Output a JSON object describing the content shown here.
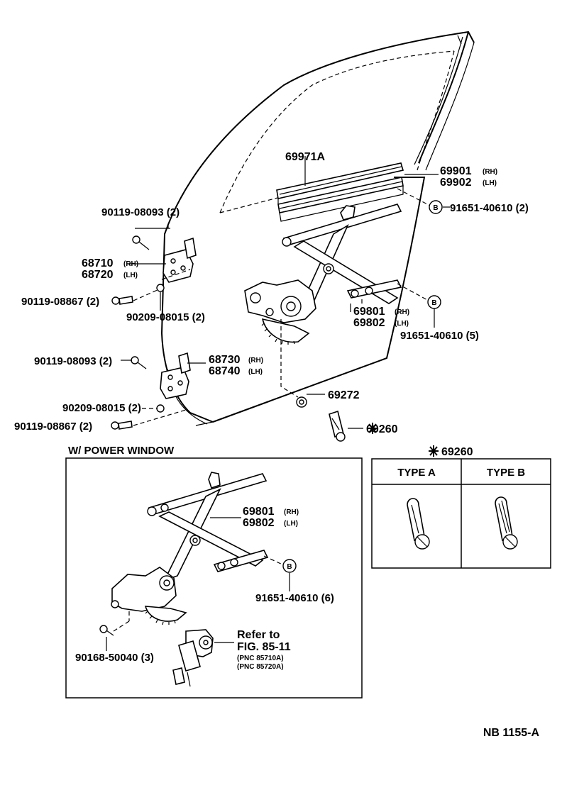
{
  "labels": {
    "p69971A": "69971A",
    "p69901": "69901",
    "p69902": "69902",
    "p91651_2": "91651-40610 (2)",
    "p90119_08093_upper": "90119-08093 (2)",
    "p68710": "68710",
    "p68720": "68720",
    "p90119_08867_upper": "90119-08867 (2)",
    "p90209_08015_upper": "90209-08015 (2)",
    "p69801": "69801",
    "p69802": "69802",
    "p91651_5": "91651-40610 (5)",
    "p90119_08093_lower": "90119-08093 (2)",
    "p68730": "68730",
    "p68740": "68740",
    "p69272": "69272",
    "p90209_08015_lower": "90209-08015 (2)",
    "p90119_08867_lower": "90119-08867 (2)",
    "p69260": "69260",
    "rh": "(RH)",
    "lh": "(LH)",
    "b": "B"
  },
  "power_window": {
    "heading": "W/ POWER WINDOW",
    "p69801": "69801",
    "p69802": "69802",
    "p91651_6": "91651-40610 (6)",
    "p90168": "90168-50040 (3)",
    "refer_1": "Refer to",
    "refer_2": "FIG. 85-11",
    "pnc_1": "(PNC 85710A)",
    "pnc_2": "(PNC 85720A)"
  },
  "types_table": {
    "title": "69260",
    "type_a": "TYPE  A",
    "type_b": "TYPE  B"
  },
  "footer_code": "NB  1155-A"
}
